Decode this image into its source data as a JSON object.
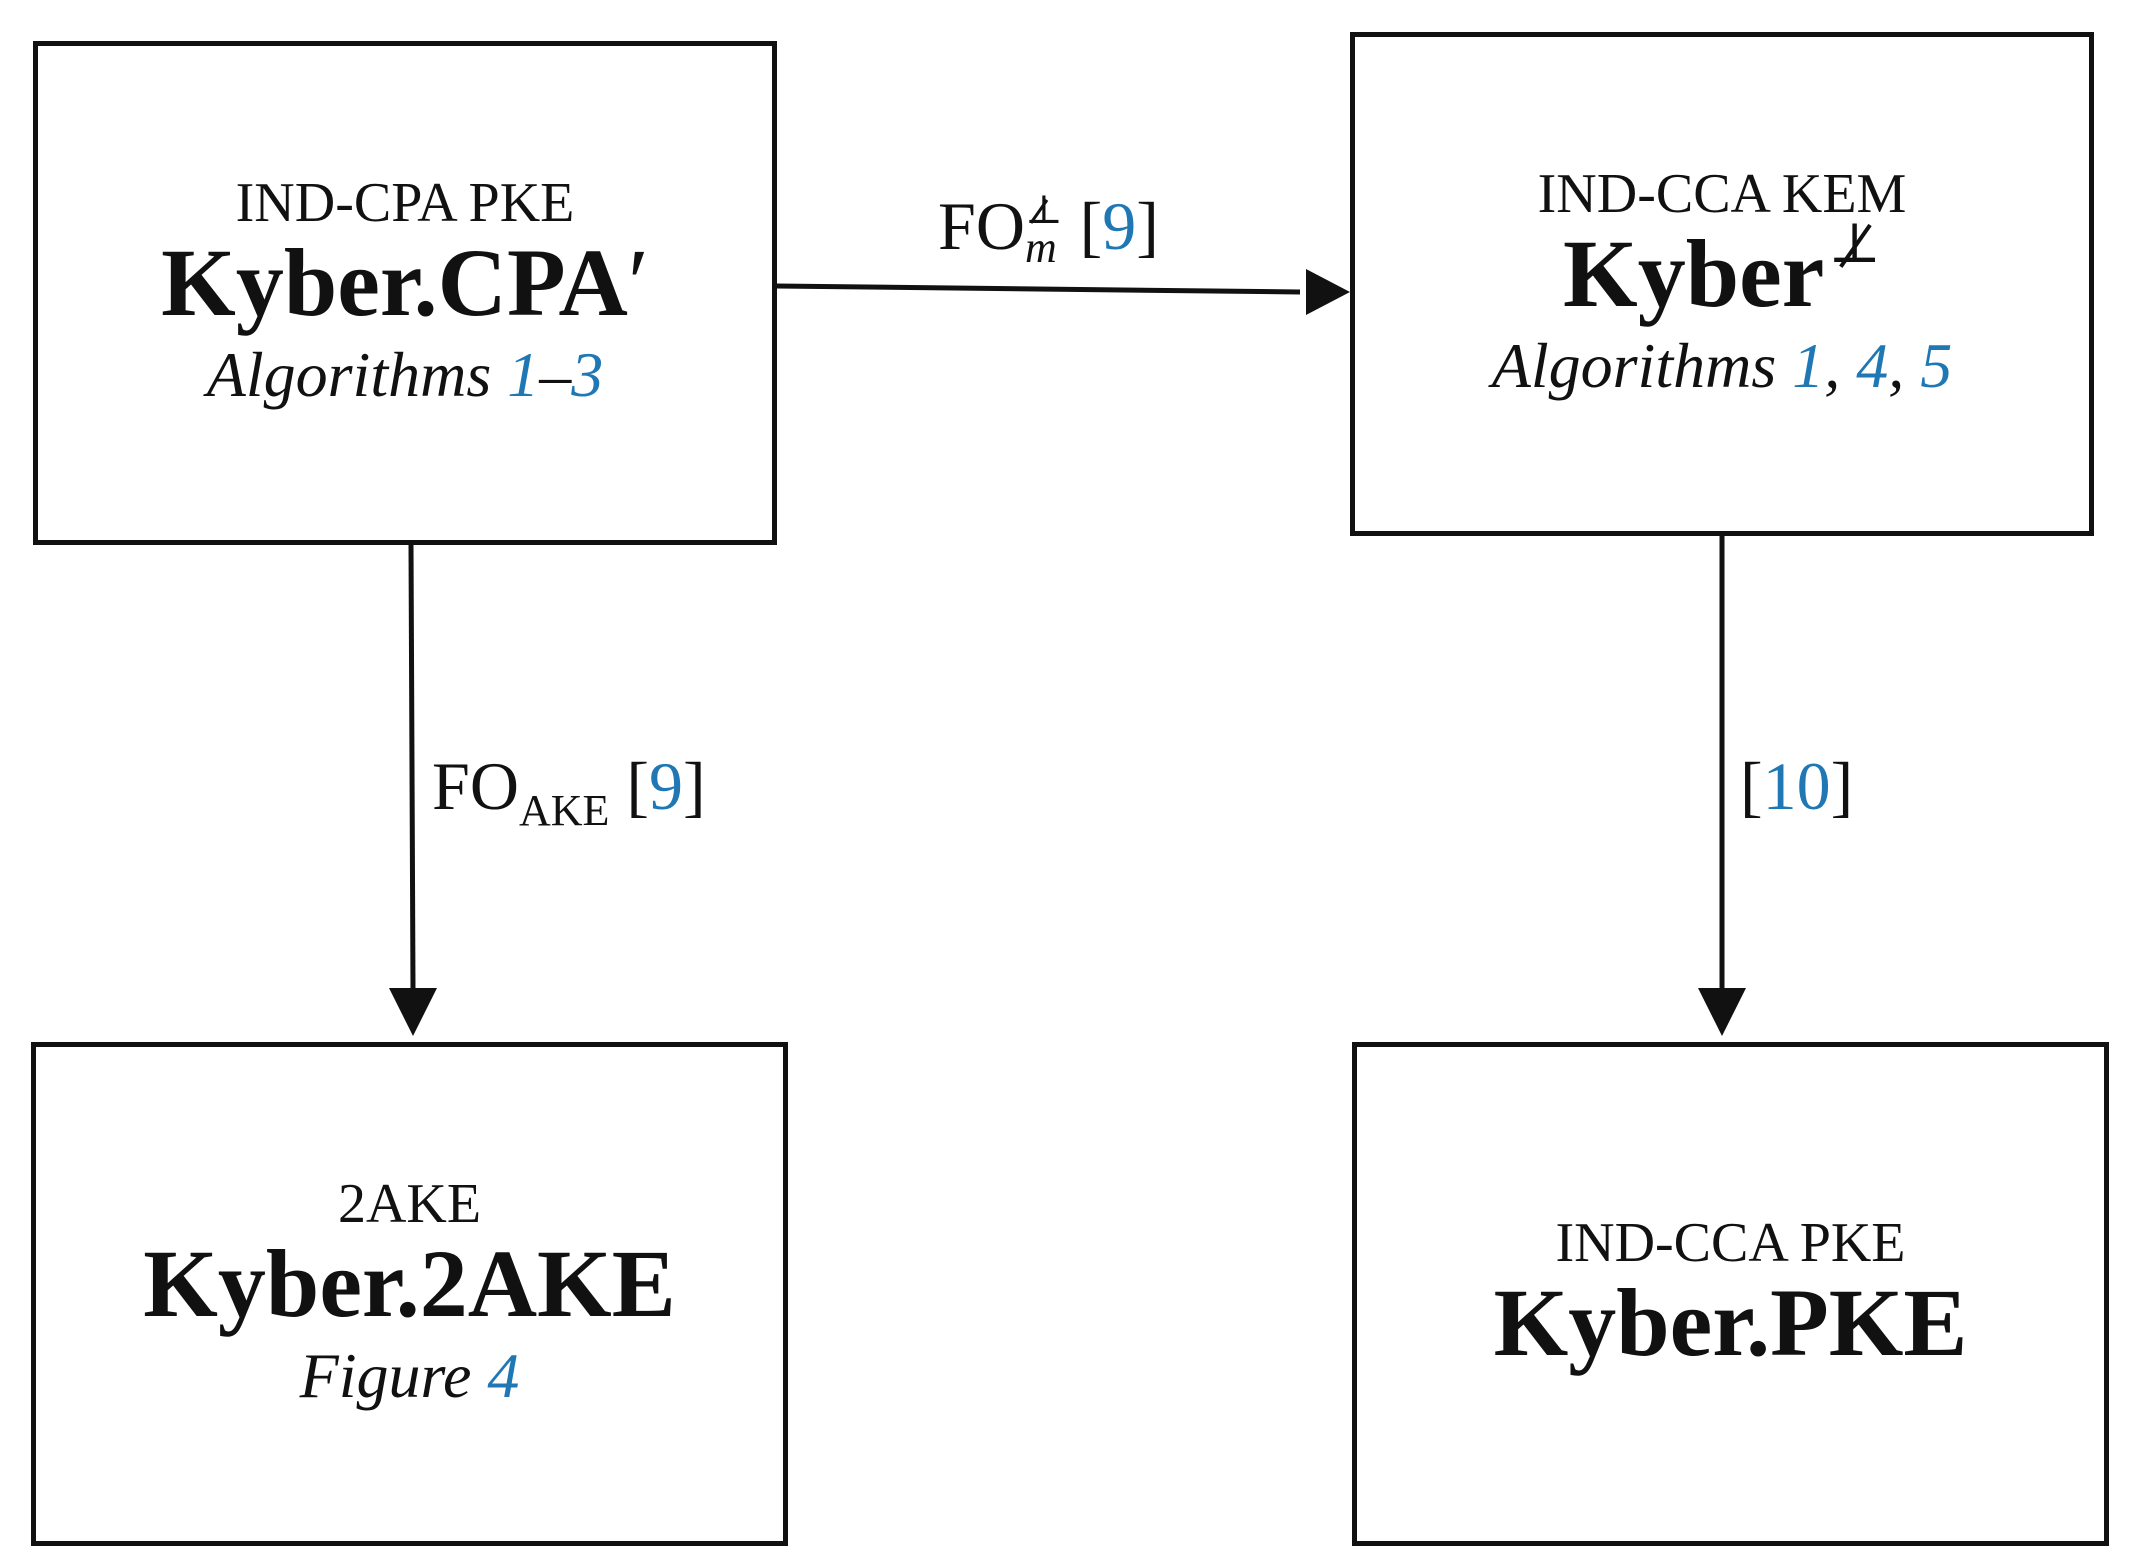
{
  "nodes": {
    "cpa": {
      "kind": "IND-CPA PKE",
      "name": "Kyber.CPA",
      "name_prime": "′",
      "ref_prefix": "Algorithms ",
      "ref_links": [
        "1",
        "3"
      ],
      "ref_sep": "–"
    },
    "kem": {
      "kind": "IND-CCA KEM",
      "name": "Kyber",
      "name_sup": "⊥",
      "ref_prefix": "Algorithms ",
      "ref_links": [
        "1",
        "4",
        "5"
      ],
      "ref_sep": ", "
    },
    "ake": {
      "kind": "2AKE",
      "name": "Kyber.2AKE",
      "ref_prefix": "Figure ",
      "ref_links": [
        "4"
      ]
    },
    "pke": {
      "kind": "IND-CCA PKE",
      "name": "Kyber.PKE"
    }
  },
  "edges": {
    "cpa_to_kem": {
      "label_main": "FO",
      "label_sup": "⊥",
      "label_sub": "m",
      "cite_open": "[",
      "cite_ref": "9",
      "cite_close": "]"
    },
    "cpa_to_ake": {
      "label_main": "FO",
      "label_sub": "AKE",
      "cite_open": "[",
      "cite_ref": "9",
      "cite_close": "]"
    },
    "kem_to_pke": {
      "cite_open": "[",
      "cite_ref": "10",
      "cite_close": "]"
    }
  },
  "colors": {
    "link": "#1f77b4",
    "stroke": "#111111",
    "background": "#ffffff"
  }
}
